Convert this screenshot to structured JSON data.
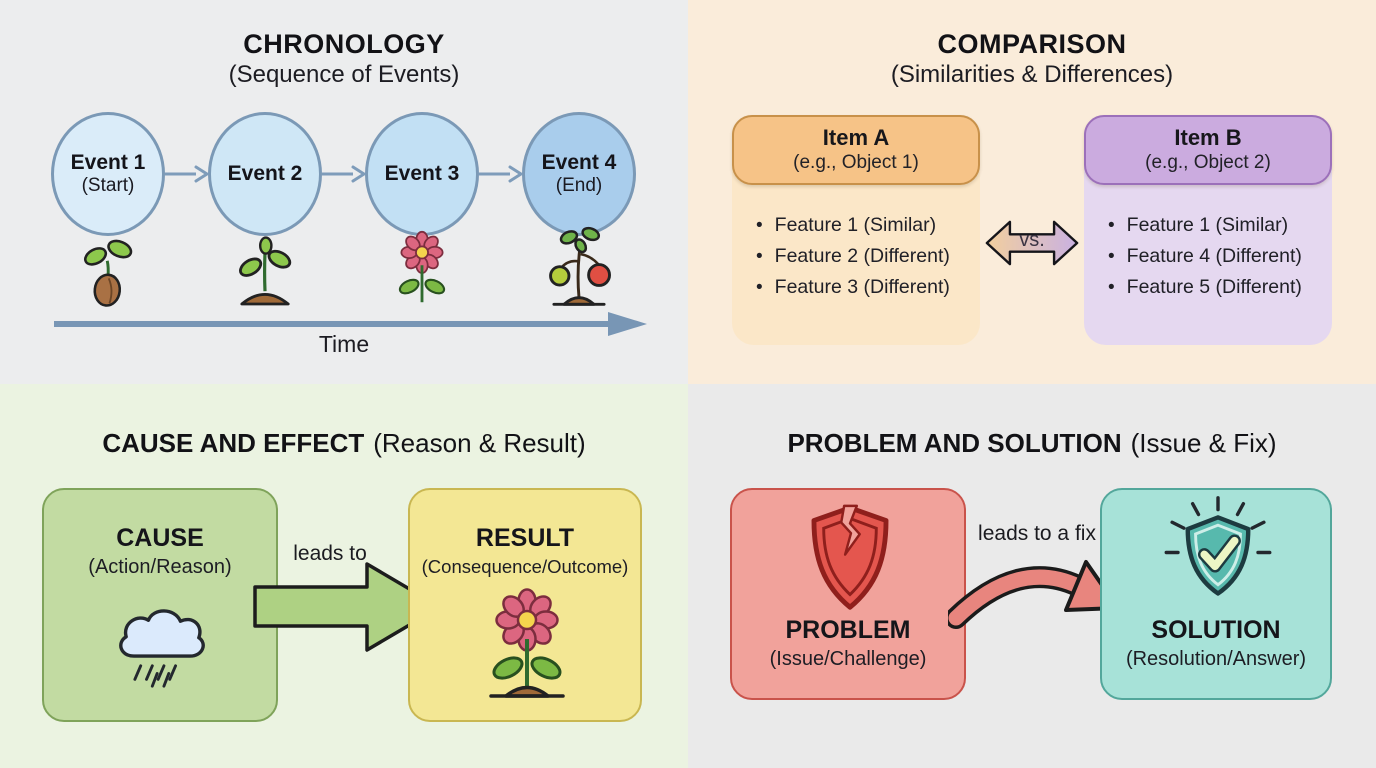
{
  "chronology": {
    "title": "CHRONOLOGY",
    "subtitle": "(Sequence of Events)",
    "axis_label": "Time",
    "events": [
      {
        "label": "Event 1",
        "sublabel": "(Start)",
        "fill": "#daecf9",
        "icon": "seed-sprout-icon"
      },
      {
        "label": "Event 2",
        "sublabel": "",
        "fill": "#cfe7f6",
        "icon": "seedling-icon"
      },
      {
        "label": "Event 3",
        "sublabel": "",
        "fill": "#c2e0f4",
        "icon": "flower-icon"
      },
      {
        "label": "Event 4",
        "sublabel": "(End)",
        "fill": "#a9cdec",
        "icon": "fruit-plant-icon"
      }
    ],
    "connector_color": "#7e9cba",
    "axis_color": "#7896b5"
  },
  "comparison": {
    "title": "COMPARISON",
    "subtitle": "(Similarities & Differences)",
    "vs_label": "vs.",
    "item_a": {
      "title": "Item A",
      "subtitle": "(e.g., Object 1)",
      "features": [
        "Feature 1 (Similar)",
        "Feature 2 (Different)",
        "Feature 3 (Different)"
      ],
      "header_color": "#f6c387",
      "body_color": "#fbe7c8"
    },
    "item_b": {
      "title": "Item B",
      "subtitle": "(e.g., Object 2)",
      "features": [
        "Feature 1 (Similar)",
        "Feature 4 (Different)",
        "Feature 5 (Different)"
      ],
      "header_color": "#cbabdf",
      "body_color": "#e5d8f0"
    }
  },
  "cause_effect": {
    "title_bold": "CAUSE AND EFFECT",
    "title_rest": "(Reason & Result)",
    "arrow_label": "leads to",
    "arrow_color": "#aed183",
    "cause": {
      "title": "CAUSE",
      "subtitle": "(Action/Reason)",
      "box_color": "#c2dba2",
      "icon": "rain-cloud-icon"
    },
    "result": {
      "title": "RESULT",
      "subtitle": "(Consequence/Outcome)",
      "box_color": "#f3e794",
      "icon": "flower-sprout-icon"
    }
  },
  "problem_solution": {
    "title_bold": "PROBLEM AND SOLUTION",
    "title_rest": "(Issue & Fix)",
    "arrow_label": "leads to a fix",
    "arrow_color": "#e8857e",
    "problem": {
      "title": "PROBLEM",
      "subtitle": "(Issue/Challenge)",
      "box_color": "#f1a29b",
      "icon": "broken-shield-icon"
    },
    "solution": {
      "title": "SOLUTION",
      "subtitle": "(Resolution/Answer)",
      "box_color": "#a7e2d8",
      "icon": "check-shield-icon"
    }
  },
  "quadrant_backgrounds": {
    "chronology": "#ecedee",
    "comparison": "#faecda",
    "cause_effect": "#ebf3e1",
    "problem_solution": "#eaeaea"
  }
}
